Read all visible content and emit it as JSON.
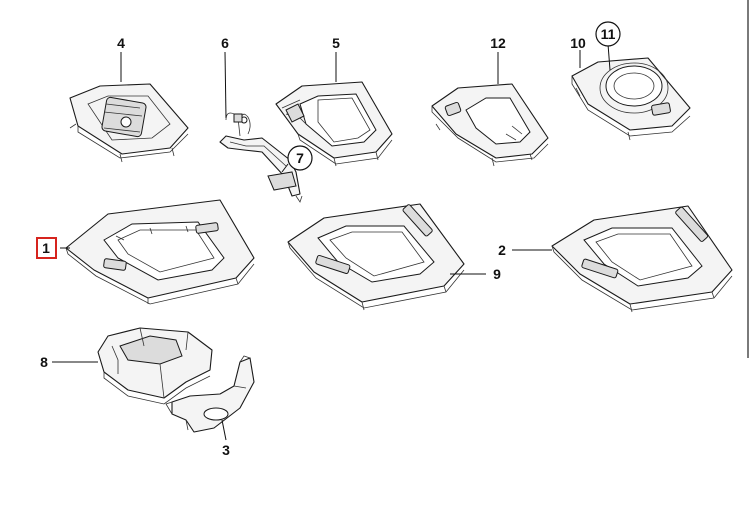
{
  "diagram": {
    "callouts": {
      "c1": "1",
      "c2": "2",
      "c3": "3",
      "c4": "4",
      "c5": "5",
      "c6": "6",
      "c7": "7",
      "c8": "8",
      "c9": "9",
      "c10": "10",
      "c11": "11",
      "c12": "12"
    },
    "highlighted_callout": "1",
    "highlight_color": "#d6241e"
  }
}
